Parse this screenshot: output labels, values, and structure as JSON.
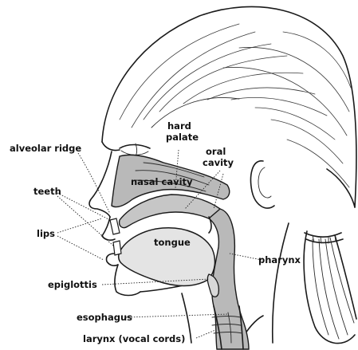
{
  "labels": {
    "hard_palate_line1": "hard",
    "hard_palate_line2": "palate",
    "oral_cavity_line1": "oral",
    "oral_cavity_line2": "cavity",
    "alveolar_ridge": "alveolar ridge",
    "nasal_cavity": "nasal cavity",
    "teeth": "teeth",
    "lips": "lips",
    "tongue": "tongue",
    "pharynx": "pharynx",
    "epiglottis": "epiglottis",
    "esophagus": "esophagus",
    "larynx": "larynx (vocal cords)"
  },
  "colors": {
    "cavity_shading": "#b9b9b9",
    "line_ink": "#1a1a1a",
    "background": "#ffffff"
  }
}
